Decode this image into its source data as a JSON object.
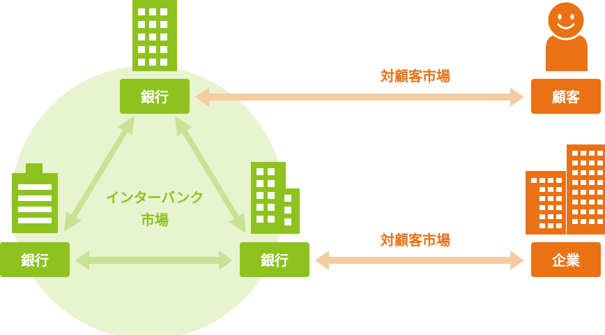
{
  "interbank": {
    "line1": "インターバンク",
    "line2": "市場"
  },
  "banks": {
    "top": "銀行",
    "left": "銀行",
    "right": "銀行"
  },
  "customer_market": {
    "upper": "対顧客市場",
    "lower": "対顧客市場"
  },
  "parties": {
    "customer": "顧客",
    "company": "企業"
  },
  "colors": {
    "green": "#8dc21f",
    "light_green_circle": "#e8f4cf",
    "green_arrow": "#c6e394",
    "orange": "#ea7114",
    "peach_arrow": "#f6cba0",
    "white": "#ffffff"
  },
  "icons": [
    "building-icon",
    "person-icon",
    "office-buildings-icon"
  ]
}
